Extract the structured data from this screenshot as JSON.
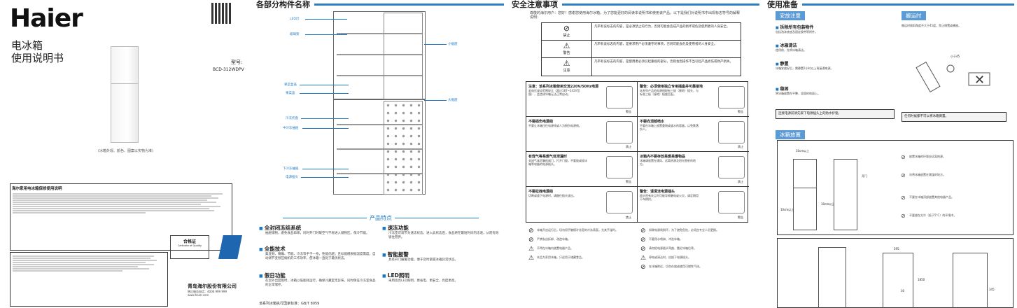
{
  "cover": {
    "brand": "Haier",
    "product": "电冰箱",
    "manual": "使用说明书",
    "model_label": "型号:",
    "model": "BCD-312WDPV",
    "image_note": "(冰箱外观、颜色、图案以实物为准)",
    "warranty_title": "海尔家用电冰箱保修使用说明",
    "certificate_title": "合格证",
    "certificate_en": "Certicate of Quality",
    "company": "青岛海尔股份有限公司",
    "hotline": "售后服务电话：4006 999 999",
    "website": "www.haier.com"
  },
  "parts": {
    "heading": "各部分构件名称",
    "labels": [
      "LED灯",
      "玻璃架",
      "果菜盒盖",
      "果菜盒",
      "冷冻托盘",
      "中冷冻抽屉",
      "下冷冻抽屉",
      "电源插头",
      "小瓶座",
      "大瓶座"
    ]
  },
  "features": {
    "heading": "产品特点",
    "items": [
      {
        "title": "全封闭冻结系统",
        "text": "抽屉储物，避免食品串味，同时开门时暖空气不易进入储物区，保冷节能。"
      },
      {
        "title": "速冻功能",
        "text": "冷冻室可调节为速冻状态，进入此状态后，食品将在最短时间内冻透，从而有效锁住营养。"
      },
      {
        "title": "全能技术",
        "text": "集变频、精确、节能、冷冻等手于一身，性能优越；且标能模根据温度需度，自动调节变频压缩机的工作效率，使冰箱一直处于最优状态。"
      },
      {
        "title": "智能报警",
        "text": "具有开门报警功能，便于及时掌握冰箱异常状态。"
      },
      {
        "title": "假日功能",
        "text": "在您外出度假时，冰箱以低能耗运行，确保冷藏室无异味，同时保证冷冻室食品的正常储存。"
      },
      {
        "title": "LED照明",
        "text": "采用高亮LED照明，更省电、更安全，亮度更高。"
      }
    ],
    "standards": "该系列冰箱执行国家标准：GB/T 8059"
  },
  "safety": {
    "heading": "安全注意事项",
    "intro": "尊敬的海尔用户：您好！感谢您使用海尔冰箱，为了您能更好的阅读本说明书和使用该产品，以下是我们对说明书中出现标志符号的解释说明：",
    "symbols": [
      {
        "icon": "⊘",
        "name": "禁止",
        "text": "凡带有该标志的内容，是必须禁止的行为，否则可能会造成产品的损坏或危及使用者的人身安全。"
      },
      {
        "icon": "⚠",
        "name": "警告",
        "text": "凡带有该标志的内容，是要求用户必须遵守的事项，否则可能会危及使用者的人身安全。"
      },
      {
        "icon": "⚠",
        "name": "注意",
        "text": "凡带有该标志的内容，是使用者必须引起重视的部分，否则会因操作不当引起产品损伤或财产损失。"
      }
    ],
    "cells": [
      {
        "title": "注意：该系列冰箱使用交流220V/50Hz电源",
        "text": "若电压波动范围较大（超过187~242V范围），会造成冰箱无法正常启动。",
        "tag": "警告"
      },
      {
        "title": "警告：必须使用独立专用插座并可靠接地",
        "text": "本系列产品的电源线配有三极（接地）插头，与标准三极（接地）插座匹配。",
        "tag": "警告"
      },
      {
        "title": "不要损伤电源线",
        "text": "不要让冰箱压住电源线或人为损伤电源线。",
        "tag": "禁止"
      },
      {
        "title": "不要向顶部喷水",
        "text": "不要在冰箱上放置重物或盛水的容器，以免跌落伤人。",
        "tag": "禁止"
      },
      {
        "title": "有煤气等易燃气体泄漏时",
        "text": "关闭气体泄漏的阀门，打开门窗，不要拔或插冰箱等电器的电源插头。",
        "tag": "警告"
      },
      {
        "title": "冰箱内不要存放易燃易爆物品",
        "text": "冰箱请放置在通风、远离热源及阳光直射的地方。",
        "tag": "禁止"
      },
      {
        "title": "不要拉拽电源线",
        "text": "切断或拔下电源时，请握住插头拔出。",
        "tag": "禁止"
      },
      {
        "title": "警告：请清洁电源插头",
        "text": "插头积有灰尘时可能导致触电或火灾，请定期用干布擦拭。",
        "tag": "警告"
      }
    ],
    "warnings": [
      {
        "icon": "⊘",
        "text": "冰箱开启运行后，切勿用手触摸冷冻室的冷冻表面，尤其手湿时。"
      },
      {
        "icon": "⊘",
        "text": "严禁私自拆卸、改造冰箱。"
      },
      {
        "icon": "⚠",
        "text": "不得在冰箱内放置电器产品。"
      },
      {
        "icon": "⚠",
        "text": "本品为家用冰箱，只适用于储藏食品。"
      },
      {
        "icon": "⊘",
        "text": "如果电源线损坏，为了避免危险，必须由专业人员更换。"
      },
      {
        "icon": "⊘",
        "text": "不要用水喷淋、冲洗冰箱。"
      },
      {
        "icon": "⊘",
        "text": "请勿把电源插头弯曲、靠近冰箱后背。"
      },
      {
        "icon": "⚠",
        "text": "停电或清洁时，应拔下电源插头。"
      },
      {
        "icon": "⊘",
        "text": "在冰箱附近，切勿存放或使用可燃性气体。"
      }
    ]
  },
  "prep": {
    "heading": "使用准备",
    "tab_install": "安放注意",
    "tab_move": "搬运时",
    "tab_place": "冰箱放置",
    "items": [
      {
        "title": "拆除所有包装物件",
        "text": "包括泡沫底座及固定胶带等附件。"
      },
      {
        "title": "冰箱清洁",
        "text": "使用前，先将冰箱清洁。"
      },
      {
        "title": "静置",
        "text": "冰箱安放好后，需静置2小时以上再接通电源。"
      },
      {
        "title": "稳固",
        "text": "将冰箱放置在平整、坚固的地面上。"
      }
    ],
    "move_text": "搬运时倾斜角度不大于45度，禁止倒置或横放。",
    "angle_label": "小于45",
    "install_note": "连接电源前请先取下电源插头上的防水护套。",
    "move_note": "任何时候都不可以将冰箱倒置。",
    "clearance_top": "10cm以上",
    "clearance_side": "10cm以上",
    "clearance_back": "10cm以上",
    "open_door": "开门",
    "place_notes": [
      {
        "icon": "⊘",
        "text": "放置冰箱的环境应远离热源。"
      },
      {
        "icon": "⊘",
        "text": "勿将冰箱放置在潮湿的地方。"
      },
      {
        "icon": "⊘",
        "text": "不要在冰箱顶部放置其他电器产品。"
      },
      {
        "icon": "⊘",
        "text": "不要放在太冷（低于5°C）的环境中。"
      }
    ],
    "dims": [
      "595",
      "1850",
      "345",
      "30"
    ]
  }
}
